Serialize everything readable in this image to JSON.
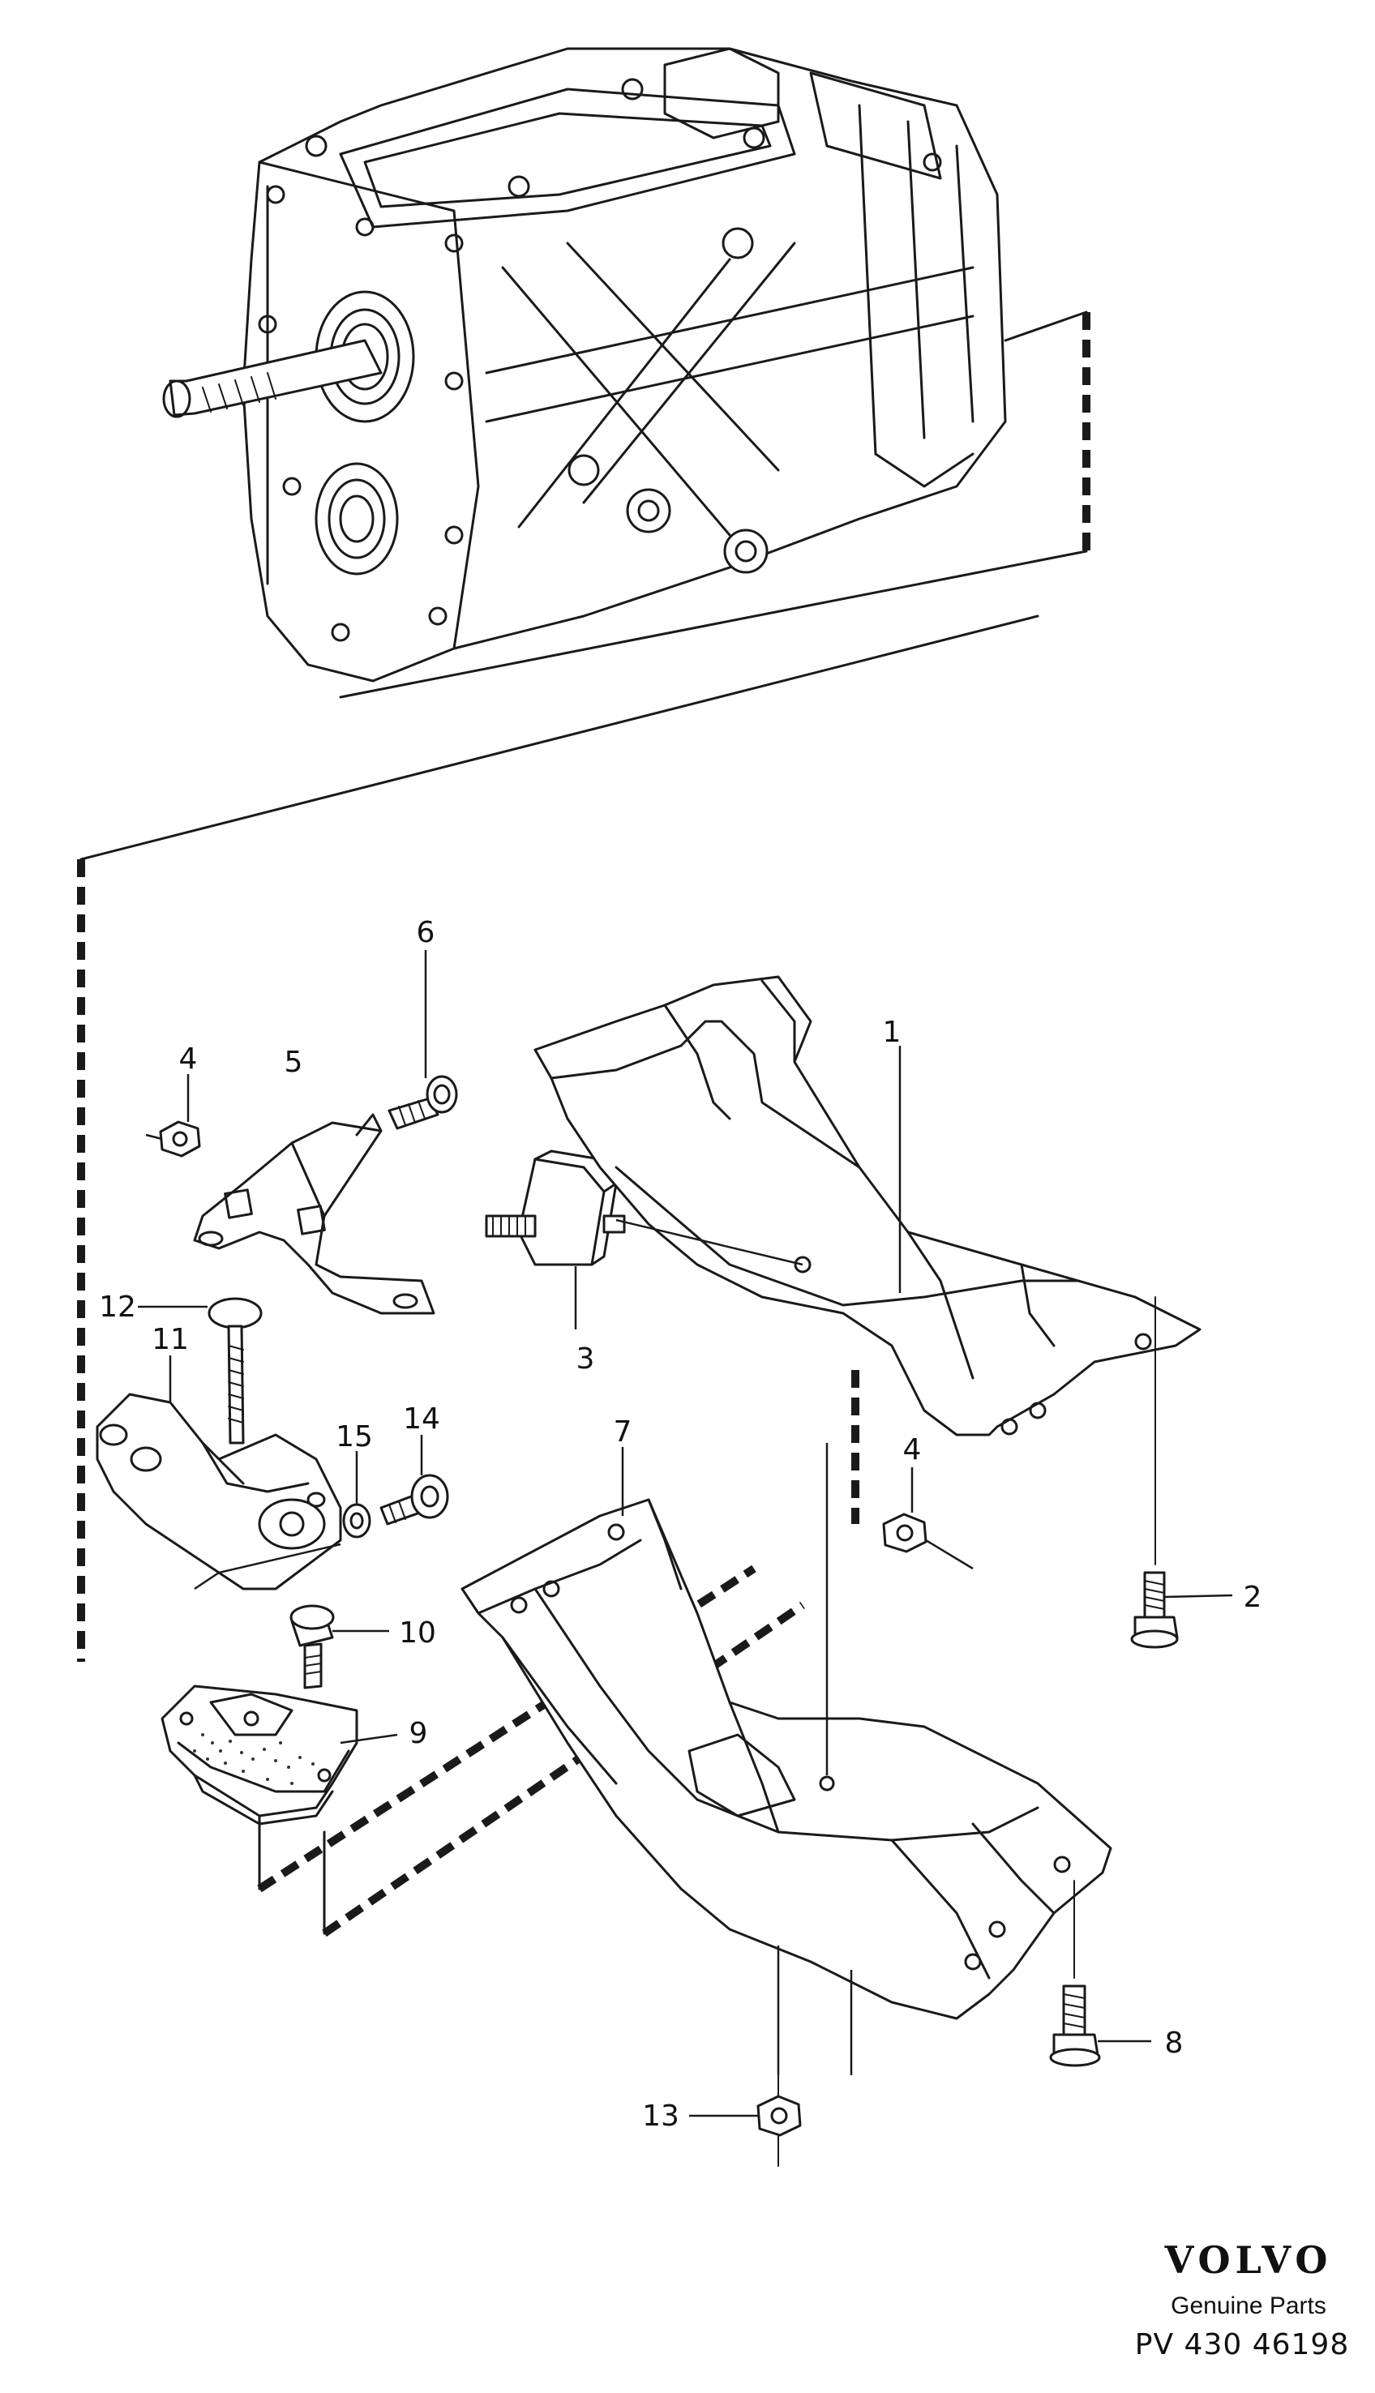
{
  "callouts": {
    "c1": "1",
    "c2": "2",
    "c3": "3",
    "c4a": "4",
    "c4b": "4",
    "c5": "5",
    "c6": "6",
    "c7": "7",
    "c8": "8",
    "c9": "9",
    "c10": "10",
    "c11": "11",
    "c12": "12",
    "c13": "13",
    "c14": "14",
    "c15": "15"
  },
  "footer": {
    "brand": "VOLVO",
    "subtitle": "Genuine Parts",
    "reference": "PV 430 46198"
  }
}
